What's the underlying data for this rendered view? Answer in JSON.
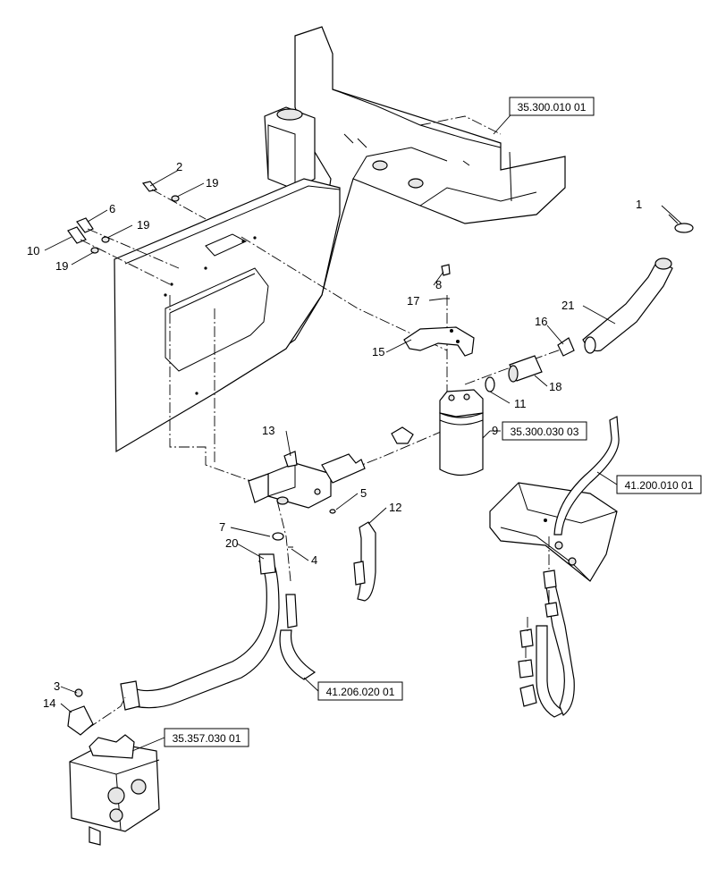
{
  "callouts": {
    "c1": "1",
    "c2": "2",
    "c3": "3",
    "c4": "4",
    "c5": "5",
    "c6": "6",
    "c7": "7",
    "c8": "8",
    "c9": "9",
    "c10": "10",
    "c11": "11",
    "c12": "12",
    "c13": "13",
    "c14": "14",
    "c15": "15",
    "c16": "16",
    "c17": "17",
    "c18": "18",
    "c19a": "19",
    "c19b": "19",
    "c19c": "19",
    "c20": "20",
    "c21": "21"
  },
  "references": {
    "chassis": "35.300.010 01",
    "filter": "35.300.030 03",
    "steering": "41.200.010 01",
    "hose": "41.206.020 01",
    "valve": "35.357.030 01"
  }
}
